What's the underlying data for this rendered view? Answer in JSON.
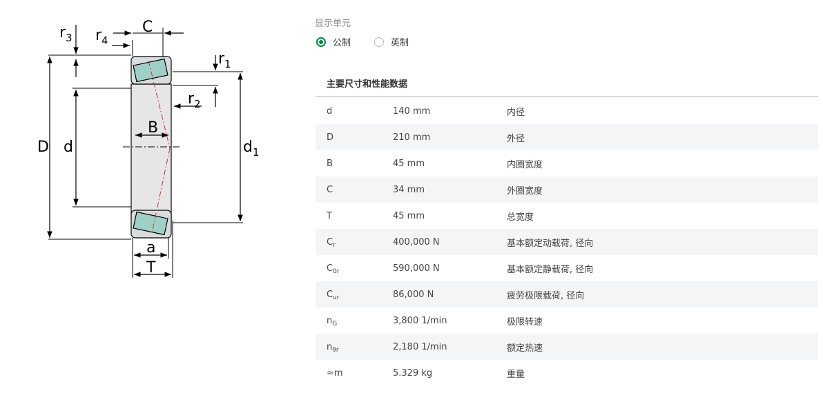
{
  "drawing": {
    "labels": {
      "r3": "r",
      "r3_sub": "3",
      "r4": "r",
      "r4_sub": "4",
      "C": "C",
      "r1": "r",
      "r1_sub": "1",
      "r2": "r",
      "r2_sub": "2",
      "B": "B",
      "D": "D",
      "d": "d",
      "d1": "d",
      "d1_sub": "1",
      "a": "a",
      "T": "T"
    }
  },
  "units": {
    "label": "显示单元",
    "options": [
      {
        "label": "公制",
        "checked": true
      },
      {
        "label": "英制",
        "checked": false
      }
    ]
  },
  "specs": {
    "title": "主要尺寸和性能数据",
    "rows": [
      {
        "symbol": "d",
        "sub": "",
        "value": "140 mm",
        "desc": "内径"
      },
      {
        "symbol": "D",
        "sub": "",
        "value": "210 mm",
        "desc": "外径"
      },
      {
        "symbol": "B",
        "sub": "",
        "value": "45 mm",
        "desc": "内圈宽度"
      },
      {
        "symbol": "C",
        "sub": "",
        "value": "34 mm",
        "desc": "外圈宽度"
      },
      {
        "symbol": "T",
        "sub": "",
        "value": "45 mm",
        "desc": "总宽度"
      },
      {
        "symbol": "C",
        "sub": "r",
        "value": "400,000 N",
        "desc": "基本额定动载荷, 径向"
      },
      {
        "symbol": "C",
        "sub": "0r",
        "value": "590,000 N",
        "desc": "基本额定静载荷, 径向"
      },
      {
        "symbol": "C",
        "sub": "ur",
        "value": "86,000 N",
        "desc": "疲劳极限载荷, 径向"
      },
      {
        "symbol": "n",
        "sub": "G",
        "value": "3,800 1/min",
        "desc": "极限转速"
      },
      {
        "symbol": "n",
        "sub": "ϑr",
        "value": "2,180 1/min",
        "desc": "额定热速"
      },
      {
        "symbol": "≈m",
        "sub": "",
        "value": "5.329 kg",
        "desc": "重量"
      }
    ]
  }
}
